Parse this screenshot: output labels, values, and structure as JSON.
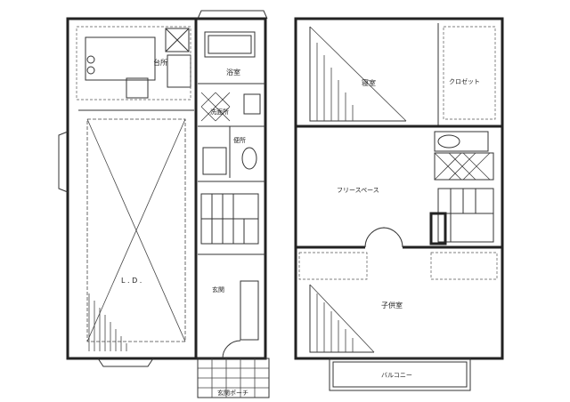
{
  "rooms_1f": {
    "kitchen": "台所",
    "bathroom": "浴室",
    "washroom": "洗面所",
    "toilet": "便所",
    "living_dining": "L . D .",
    "entrance": "玄関",
    "porch": "玄関ポーチ"
  },
  "rooms_2f": {
    "bedroom": "寝室",
    "closet": "クロゼット",
    "free_space": "フリースペース",
    "kids_room": "子供室",
    "balcony": "バルコニー"
  }
}
